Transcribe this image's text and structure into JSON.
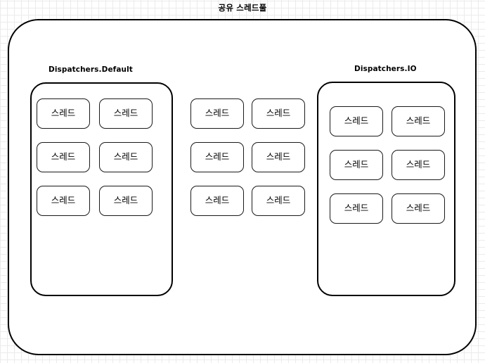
{
  "diagram": {
    "title": "공유 스레드풀",
    "background": {
      "grid": true,
      "grid_minor_color": "#ebebeb",
      "grid_major_color": "#dcdcdc",
      "page_color": "#ffffff"
    },
    "outer_container": {
      "name": "shared-thread-pool",
      "stroke_color": "#000000"
    },
    "groups": [
      {
        "id": "default",
        "label": "Dispatchers.Default",
        "thread_count": 6,
        "threads": [
          {
            "label": "스레드"
          },
          {
            "label": "스레드"
          },
          {
            "label": "스레드"
          },
          {
            "label": "스레드"
          },
          {
            "label": "스레드"
          },
          {
            "label": "스레드"
          }
        ]
      },
      {
        "id": "middle",
        "label": "",
        "thread_count": 6,
        "threads": [
          {
            "label": "스레드"
          },
          {
            "label": "스레드"
          },
          {
            "label": "스레드"
          },
          {
            "label": "스레드"
          },
          {
            "label": "스레드"
          },
          {
            "label": "스레드"
          }
        ]
      },
      {
        "id": "io",
        "label": "Dispatchers.IO",
        "thread_count": 6,
        "threads": [
          {
            "label": "스레드"
          },
          {
            "label": "스레드"
          },
          {
            "label": "스레드"
          },
          {
            "label": "스레드"
          },
          {
            "label": "스레드"
          },
          {
            "label": "스레드"
          }
        ]
      }
    ]
  }
}
